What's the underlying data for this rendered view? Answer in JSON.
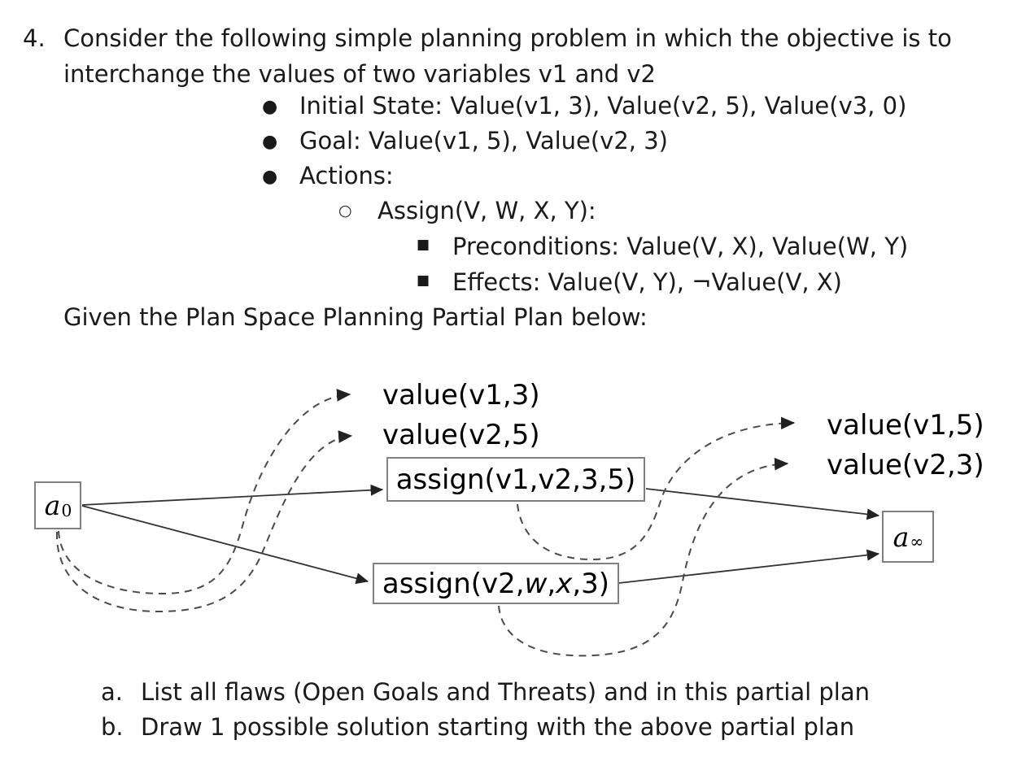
{
  "question": {
    "number": "4.",
    "lines": [
      "Consider the following simple planning problem in which the objective is to",
      "interchange the values of two variables v1 and v2"
    ],
    "bullets": [
      "Initial State: Value(v1, 3), Value(v2, 5), Value(v3, 0)",
      "Goal: Value(v1, 5), Value(v2, 3)",
      "Actions:"
    ],
    "action_name": "Assign(V, W, X, Y):",
    "action_details": [
      "Preconditions: Value(V, X), Value(W, Y)",
      "Effects: Value(V, Y), ¬Value(V, X)"
    ],
    "given_caption": "Given the Plan Space Planning Partial Plan below:"
  },
  "diagram": {
    "start_node": {
      "label": "a",
      "subscript": "0"
    },
    "end_node": {
      "label": "a",
      "subscript": "∞"
    },
    "left_literals": [
      "value(v1,3)",
      "value(v2,5)"
    ],
    "right_literals": [
      "value(v1,5)",
      "value(v2,3)"
    ],
    "action_nodes": [
      {
        "prefix": "assign(v1,v2,3,5)"
      },
      {
        "prefix": "assign(v2,",
        "italic1": "w",
        "sep1": ",",
        "italic2": "x",
        "suffix": ",3)"
      }
    ],
    "edge_color": "#333333",
    "box_border_color": "#808080"
  },
  "subquestions": [
    {
      "marker": "a.",
      "text": "List all flaws (Open Goals and Threats) and in this partial plan"
    },
    {
      "marker": "b.",
      "text": "Draw 1 possible solution starting with the above partial plan"
    }
  ]
}
